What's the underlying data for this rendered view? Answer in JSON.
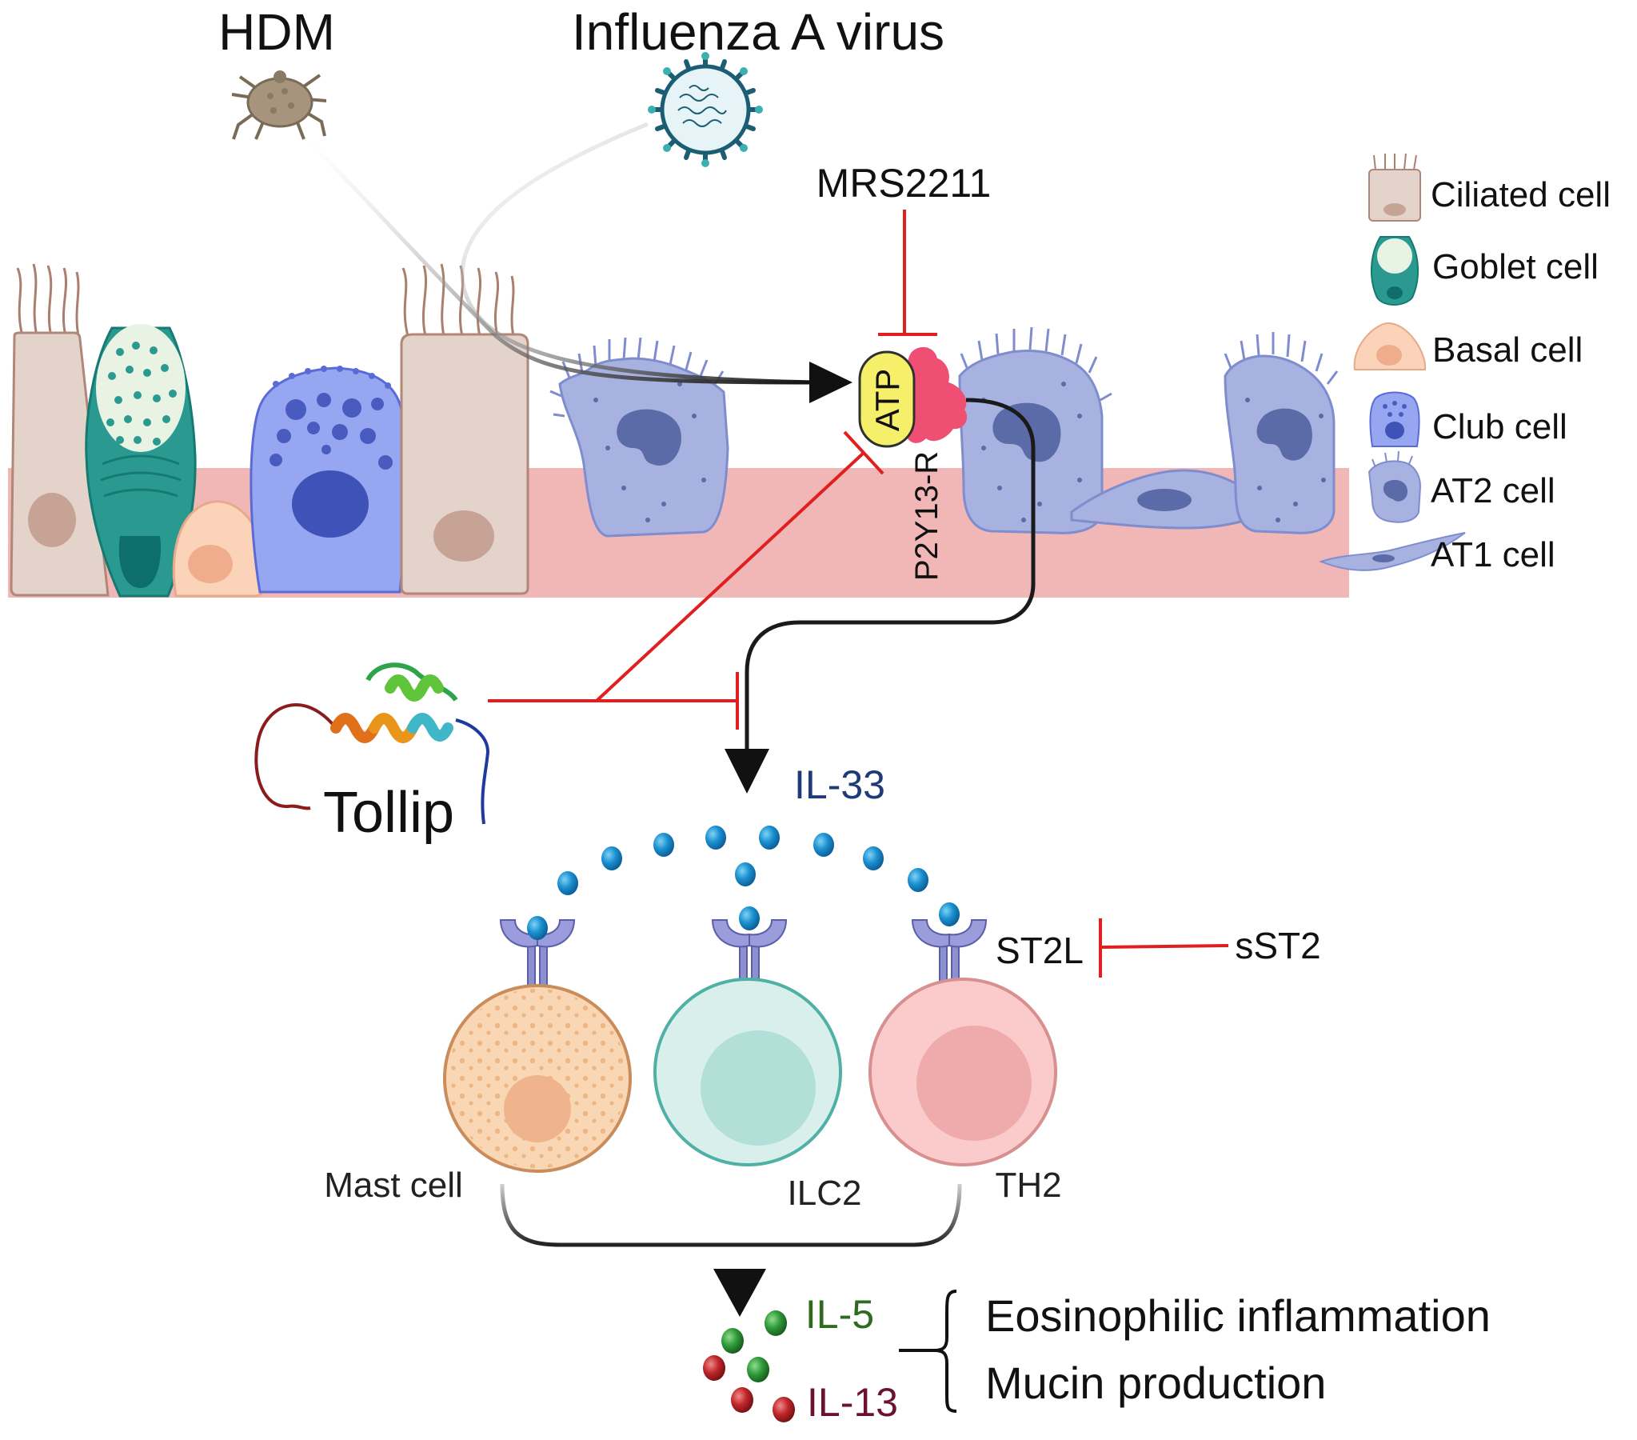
{
  "triggers": {
    "hdm": "HDM",
    "influenza": "Influenza A virus"
  },
  "inhibitors": {
    "mrs2211": "MRS2211",
    "tollip": "Tollip",
    "sst2": "sST2"
  },
  "molecules": {
    "atp": "ATP",
    "receptor": "P2Y13-R",
    "il33": "IL-33",
    "st2l": "ST2L",
    "il5": "IL-5",
    "il13": "IL-13"
  },
  "immune_cells": {
    "mast": "Mast cell",
    "ilc2": "ILC2",
    "th2": "TH2"
  },
  "outcomes": [
    "Eosinophilic inflammation",
    "Mucin production"
  ],
  "legend": [
    {
      "label": "Ciliated cell",
      "icon": "ciliated-cell-icon"
    },
    {
      "label": "Goblet cell",
      "icon": "goblet-cell-icon"
    },
    {
      "label": "Basal cell",
      "icon": "basal-cell-icon"
    },
    {
      "label": "Club cell",
      "icon": "club-cell-icon"
    },
    {
      "label": "AT2 cell",
      "icon": "at2-cell-icon"
    },
    {
      "label": "AT1 cell",
      "icon": "at1-cell-icon"
    }
  ],
  "colors": {
    "activation_arrow": "#1a1a1a",
    "inhibition": "#e02020",
    "il33": "#1e3a78",
    "il5": "#2e6b1e",
    "il13": "#6b1233",
    "epithelium_base": "#f1b6b6"
  }
}
